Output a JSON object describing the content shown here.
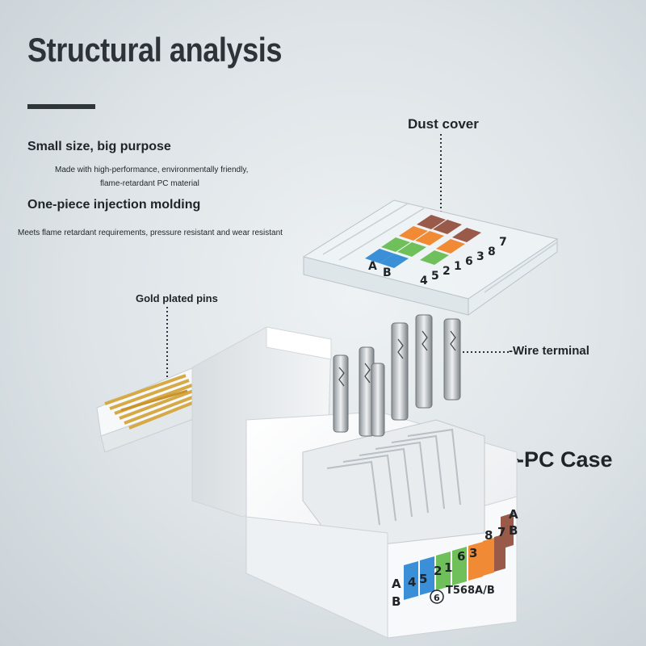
{
  "title": "Structural analysis",
  "features": [
    {
      "heading": "Small size, big purpose",
      "desc_line1": "Made with high-performance, environmentally friendly,",
      "desc_line2": "flame-retardant PC material"
    },
    {
      "heading": "One-piece injection molding",
      "desc_line1": "Meets flame retardant requirements, pressure resistant and wear resistant"
    }
  ],
  "callouts": {
    "dust_cover": "Dust cover",
    "gold_pins": "Gold plated pins",
    "wire_terminal": "-Wire terminal",
    "pc_case": "-PC Case"
  },
  "cover_numbers": [
    "4",
    "5",
    "2",
    "1",
    "6",
    "3",
    "8",
    "7"
  ],
  "cover_rows": [
    "A",
    "B"
  ],
  "base_numbers": [
    "4",
    "5",
    "2",
    "1",
    "6",
    "3",
    "8",
    "7"
  ],
  "base_rows": [
    "A",
    "B"
  ],
  "base_standard": "T568A/B",
  "category_mark": "6",
  "colors": {
    "blue": "#3a8fd6",
    "green": "#6fc05a",
    "orange": "#f08a34",
    "brown": "#9a5a4a",
    "gold": "#d9a93a",
    "text": "#1f2428"
  }
}
